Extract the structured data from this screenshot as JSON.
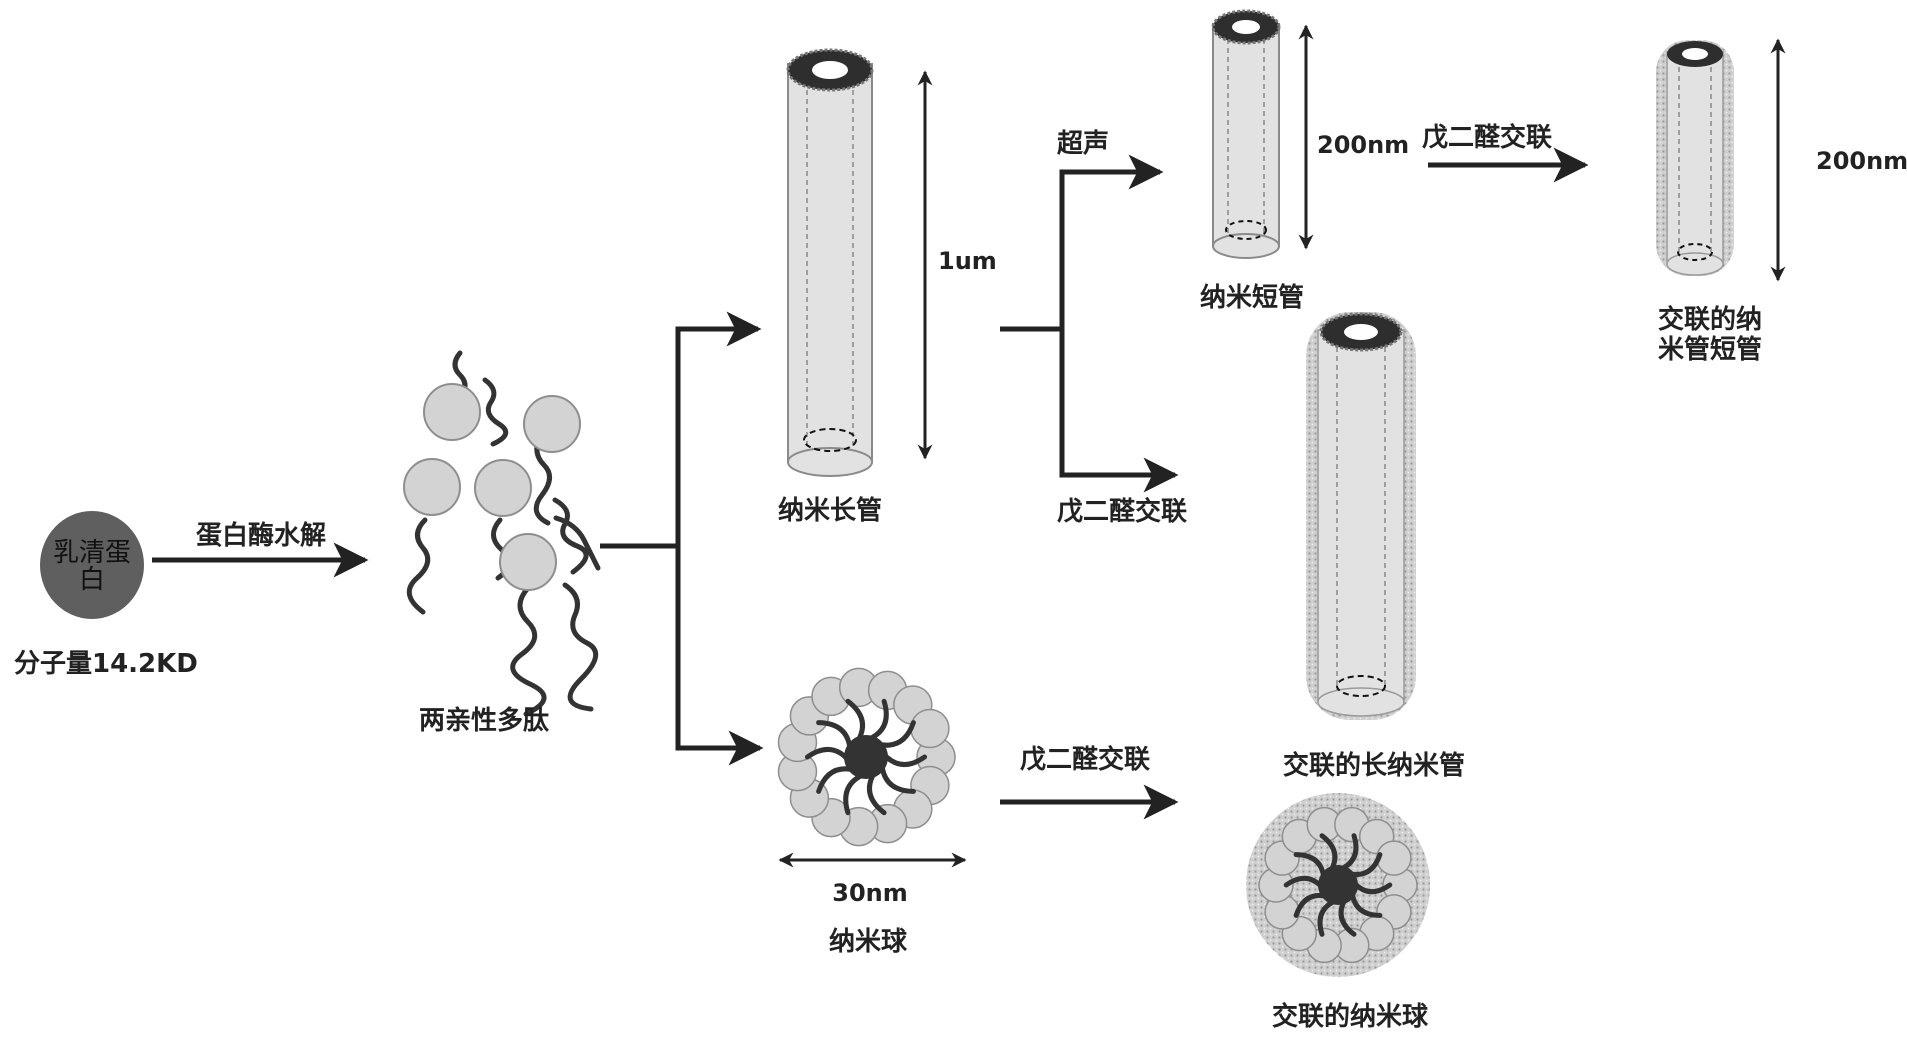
{
  "source": {
    "name_lines": [
      "乳清蛋",
      "白"
    ],
    "molecular_weight": "分子量14.2KD"
  },
  "steps": {
    "hydrolysis": "蛋白酶水解",
    "ultrasound": "超声",
    "glutaraldehyde_upper": "戊二醛交联",
    "glutaraldehyde_right": "戊二醛交联",
    "glutaraldehyde_lower": "戊二醛交联"
  },
  "products": {
    "amphiphilic_peptide": "两亲性多肽",
    "long_nanotube": "纳米长管",
    "short_nanotube": "纳米短管",
    "crosslinked_short_tube_lines": [
      "交联的纳",
      "米管短管"
    ],
    "crosslinked_long_tube": "交联的长纳米管",
    "nanosphere": "纳米球",
    "crosslinked_nanosphere": "交联的纳米球"
  },
  "dimensions": {
    "long_tube_length": "1um",
    "short_tube_length": "200nm",
    "crosslinked_short_length": "200nm",
    "sphere_diameter": "30nm"
  },
  "colors": {
    "ink": "#222222",
    "protein_fill": "#5f5f5f",
    "bead_fill": "#d3d3d3",
    "tube_fill": "#e2e2e2",
    "crosslink_halo": "#bdbdbd"
  }
}
